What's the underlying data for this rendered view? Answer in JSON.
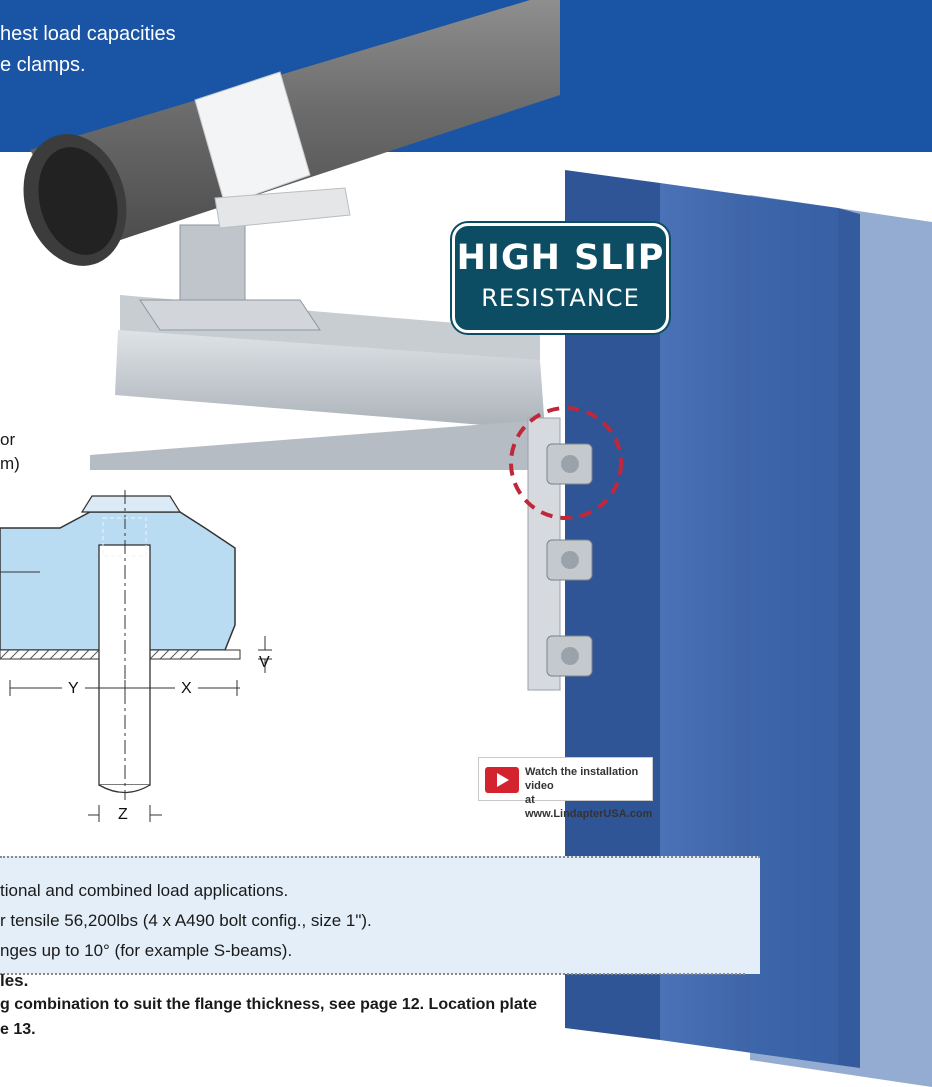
{
  "header": {
    "line1": "hest load capacities",
    "line2": "e clamps."
  },
  "badge": {
    "line1": "HIGH SLIP",
    "line2": "RESISTANCE"
  },
  "side_text": {
    "line1": "or",
    "line2": "m)"
  },
  "diagram": {
    "label_v": "V",
    "label_y": "Y",
    "label_x": "X",
    "label_z": "Z"
  },
  "video": {
    "line1": "Watch the installation video",
    "line2": "at www.LindapterUSA.com",
    "icon": "play-icon"
  },
  "features": [
    "tional and combined load applications.",
    "r tensile 56,200lbs (4 x A490 bolt config., size 1\").",
    "nges up to 10° (for example S-beams).",
    "les."
  ],
  "footnote": {
    "line1": "g combination to suit the flange thickness, see page 12. Location plate",
    "line2": "e 13."
  },
  "colors": {
    "header_blue": "#1a54a4",
    "column_blue": "#3c64a8",
    "badge_teal": "#0d4d63",
    "clamp_fill": "#b9dcf3",
    "dash_red": "#c0273a",
    "band_blue": "#e4eef8"
  }
}
